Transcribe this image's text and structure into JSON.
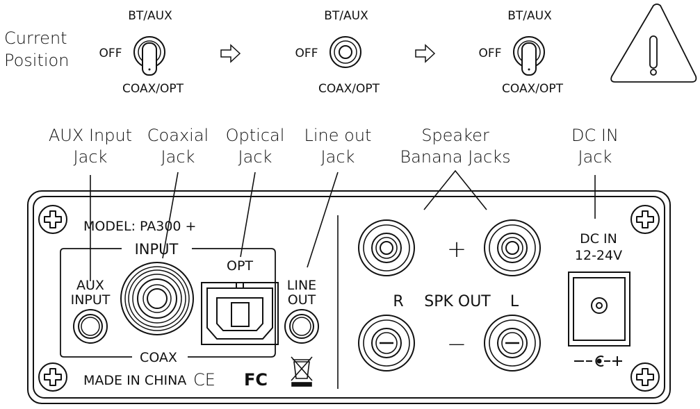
{
  "top": {
    "current_position_line1": "Current",
    "current_position_line2": "Position",
    "switch_top_label": "BT/AUX",
    "switch_left_label": "OFF",
    "switch_bottom_label": "COAX/OPT"
  },
  "callouts": {
    "aux_line1": "AUX Input",
    "aux_line2": "Jack",
    "coax_line1": "Coaxial",
    "coax_line2": "Jack",
    "opt_line1": "Optical",
    "opt_line2": "Jack",
    "lineout_line1": "Line out",
    "lineout_line2": "Jack",
    "speaker_line1": "Speaker",
    "speaker_line2": "Banana Jacks",
    "dcin_line1": "DC IN",
    "dcin_line2": "Jack"
  },
  "panel": {
    "model": "MODEL: PA300 +",
    "input_group": "INPUT",
    "coax_label": "COAX",
    "opt_label": "OPT",
    "aux_line1": "AUX",
    "aux_line2": "INPUT",
    "lineout_line1": "LINE",
    "lineout_line2": "OUT",
    "plus": "+",
    "minus": "−",
    "r_label": "R",
    "spk_out": "SPK OUT",
    "l_label": "L",
    "dc_line1": "DC IN",
    "dc_line2": "12-24V",
    "made_in": "MADE IN CHINA",
    "ce_mark": "CE",
    "fcc_mark": "FC"
  }
}
